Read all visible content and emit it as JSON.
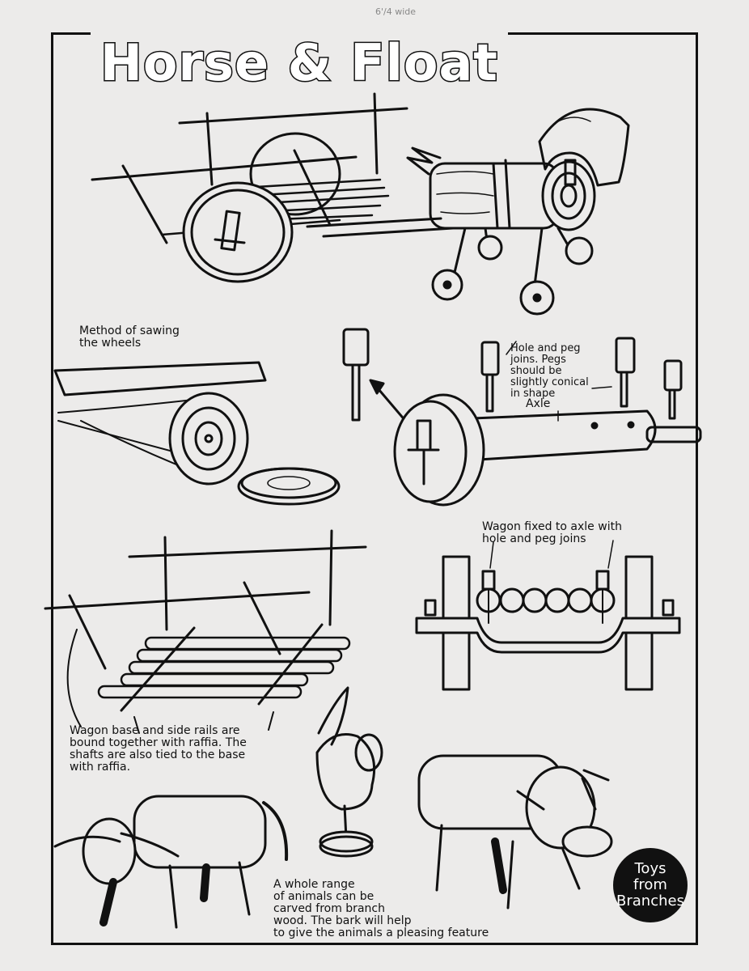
{
  "title": "Horse & Float",
  "pencil_note": "6'/4 wide",
  "captions": {
    "sawing": "Method of sawing\nthe wheels",
    "hole_peg": "Hole and peg\njoins. Pegs\nshould be\nslightly conical\nin shape",
    "axle": "Axle",
    "wagon_fixed": "Wagon fixed to axle with\nhole and peg joins",
    "wagon_base": "Wagon base and side rails are\nbound together with raffia. The\nshafts are also tied to the base\nwith raffia.",
    "animals": "A whole range\nof animals can be\ncarved from branch\nwood. The bark will help\nto give the animals a pleasing feature"
  },
  "logo": "Toys\nfrom\nBranches",
  "icons": {
    "horse_and_float": "horse-float-illustration",
    "saw": "saw-illustration",
    "wheel": "wheel-axle-illustration",
    "wagon": "wagon-base-illustration",
    "axle_diagram": "axle-section-diagram",
    "animals": [
      "bull-illustration",
      "bird-illustration",
      "cow-illustration"
    ]
  }
}
